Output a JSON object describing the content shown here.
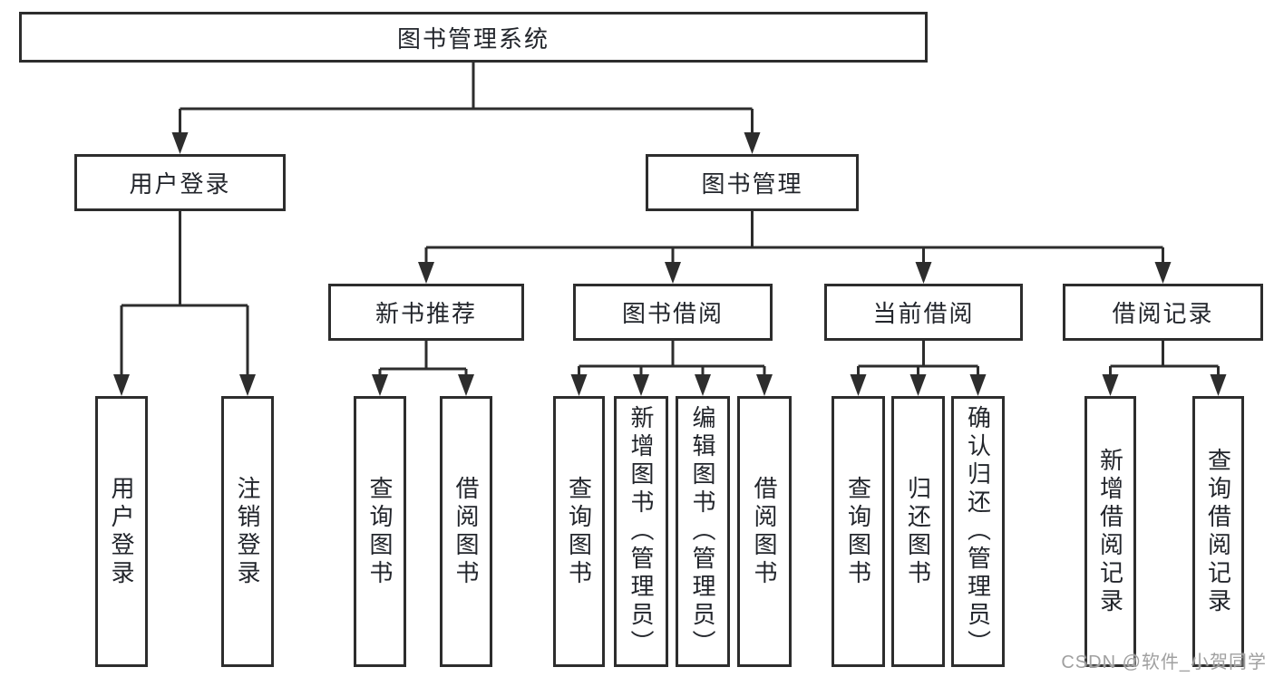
{
  "diagram_type": "tree",
  "nodes": {
    "root": "图书管理系统",
    "userLogin": "用户登录",
    "bookMgmt": "图书管理",
    "newBookRec": "新书推荐",
    "bookBorrow": "图书借阅",
    "currentBorrow": "当前借阅",
    "borrowRecords": "借阅记录",
    "leafUserLogin": "用户登录",
    "leafLogout": "注销登录",
    "leafQueryBookA": "查询图书",
    "leafBorrowBookA": "借阅图书",
    "leafQueryBookB": "查询图书",
    "leafAddBook": "新增图书（管理员）",
    "leafEditBook": "编辑图书（管理员）",
    "leafBorrowBookB": "借阅图书",
    "leafQueryBookC": "查询图书",
    "leafReturnBook": "归还图书",
    "leafConfirmReturn": "确认归还（管理员）",
    "leafAddRecord": "新增借阅记录",
    "leafQueryRecord": "查询借阅记录"
  },
  "hierarchy": [
    {
      "parent": "图书管理系统",
      "children": [
        "用户登录",
        "图书管理"
      ]
    },
    {
      "parent": "用户登录",
      "children": [
        "用户登录",
        "注销登录"
      ]
    },
    {
      "parent": "图书管理",
      "children": [
        "新书推荐",
        "图书借阅",
        "当前借阅",
        "借阅记录"
      ]
    },
    {
      "parent": "新书推荐",
      "children": [
        "查询图书",
        "借阅图书"
      ]
    },
    {
      "parent": "图书借阅",
      "children": [
        "查询图书",
        "新增图书（管理员）",
        "编辑图书（管理员）",
        "借阅图书"
      ]
    },
    {
      "parent": "当前借阅",
      "children": [
        "查询图书",
        "归还图书",
        "确认归还（管理员）"
      ]
    },
    {
      "parent": "借阅记录",
      "children": [
        "新增借阅记录",
        "查询借阅记录"
      ]
    }
  ],
  "watermark": {
    "text": "CSDN @软件_小贺同学"
  },
  "colors": {
    "line": "#2d2d2d",
    "border": "#2d2d2d",
    "text": "#22252b",
    "watermark_gray": "#a0a0a0",
    "background": "#ffffff"
  }
}
